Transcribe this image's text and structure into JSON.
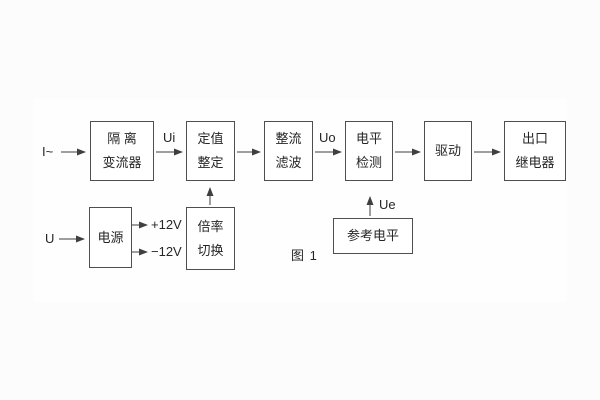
{
  "figure_caption": "图 1",
  "colors": {
    "line": "#3f3f3f",
    "text": "#262626",
    "box_border": "#4e4e4e",
    "box_bg": "#ffffff",
    "page_bg": "#fcfcfc"
  },
  "blocks": {
    "isolation_converter": {
      "line1": "隔 离",
      "line2": "变流器"
    },
    "setpoint_adjust": {
      "line1": "定值",
      "line2": "整定"
    },
    "rectifier_filter": {
      "line1": "整流",
      "line2": "滤波"
    },
    "level_detector": {
      "line1": "电平",
      "line2": "检测"
    },
    "driver": {
      "label": "驱动"
    },
    "output_relay": {
      "line1": "出口",
      "line2": "继电器"
    },
    "power_supply": {
      "label": "电源"
    },
    "ratio_switch": {
      "line1": "倍率",
      "line2": "切换"
    },
    "reference_level": {
      "label": "参考电平"
    }
  },
  "signals": {
    "input_current": "I~",
    "input_voltage": "U",
    "ui": "Ui",
    "uo": "Uo",
    "ue": "Ue",
    "plus_12v": "+12V",
    "minus_12v": "−12V"
  }
}
